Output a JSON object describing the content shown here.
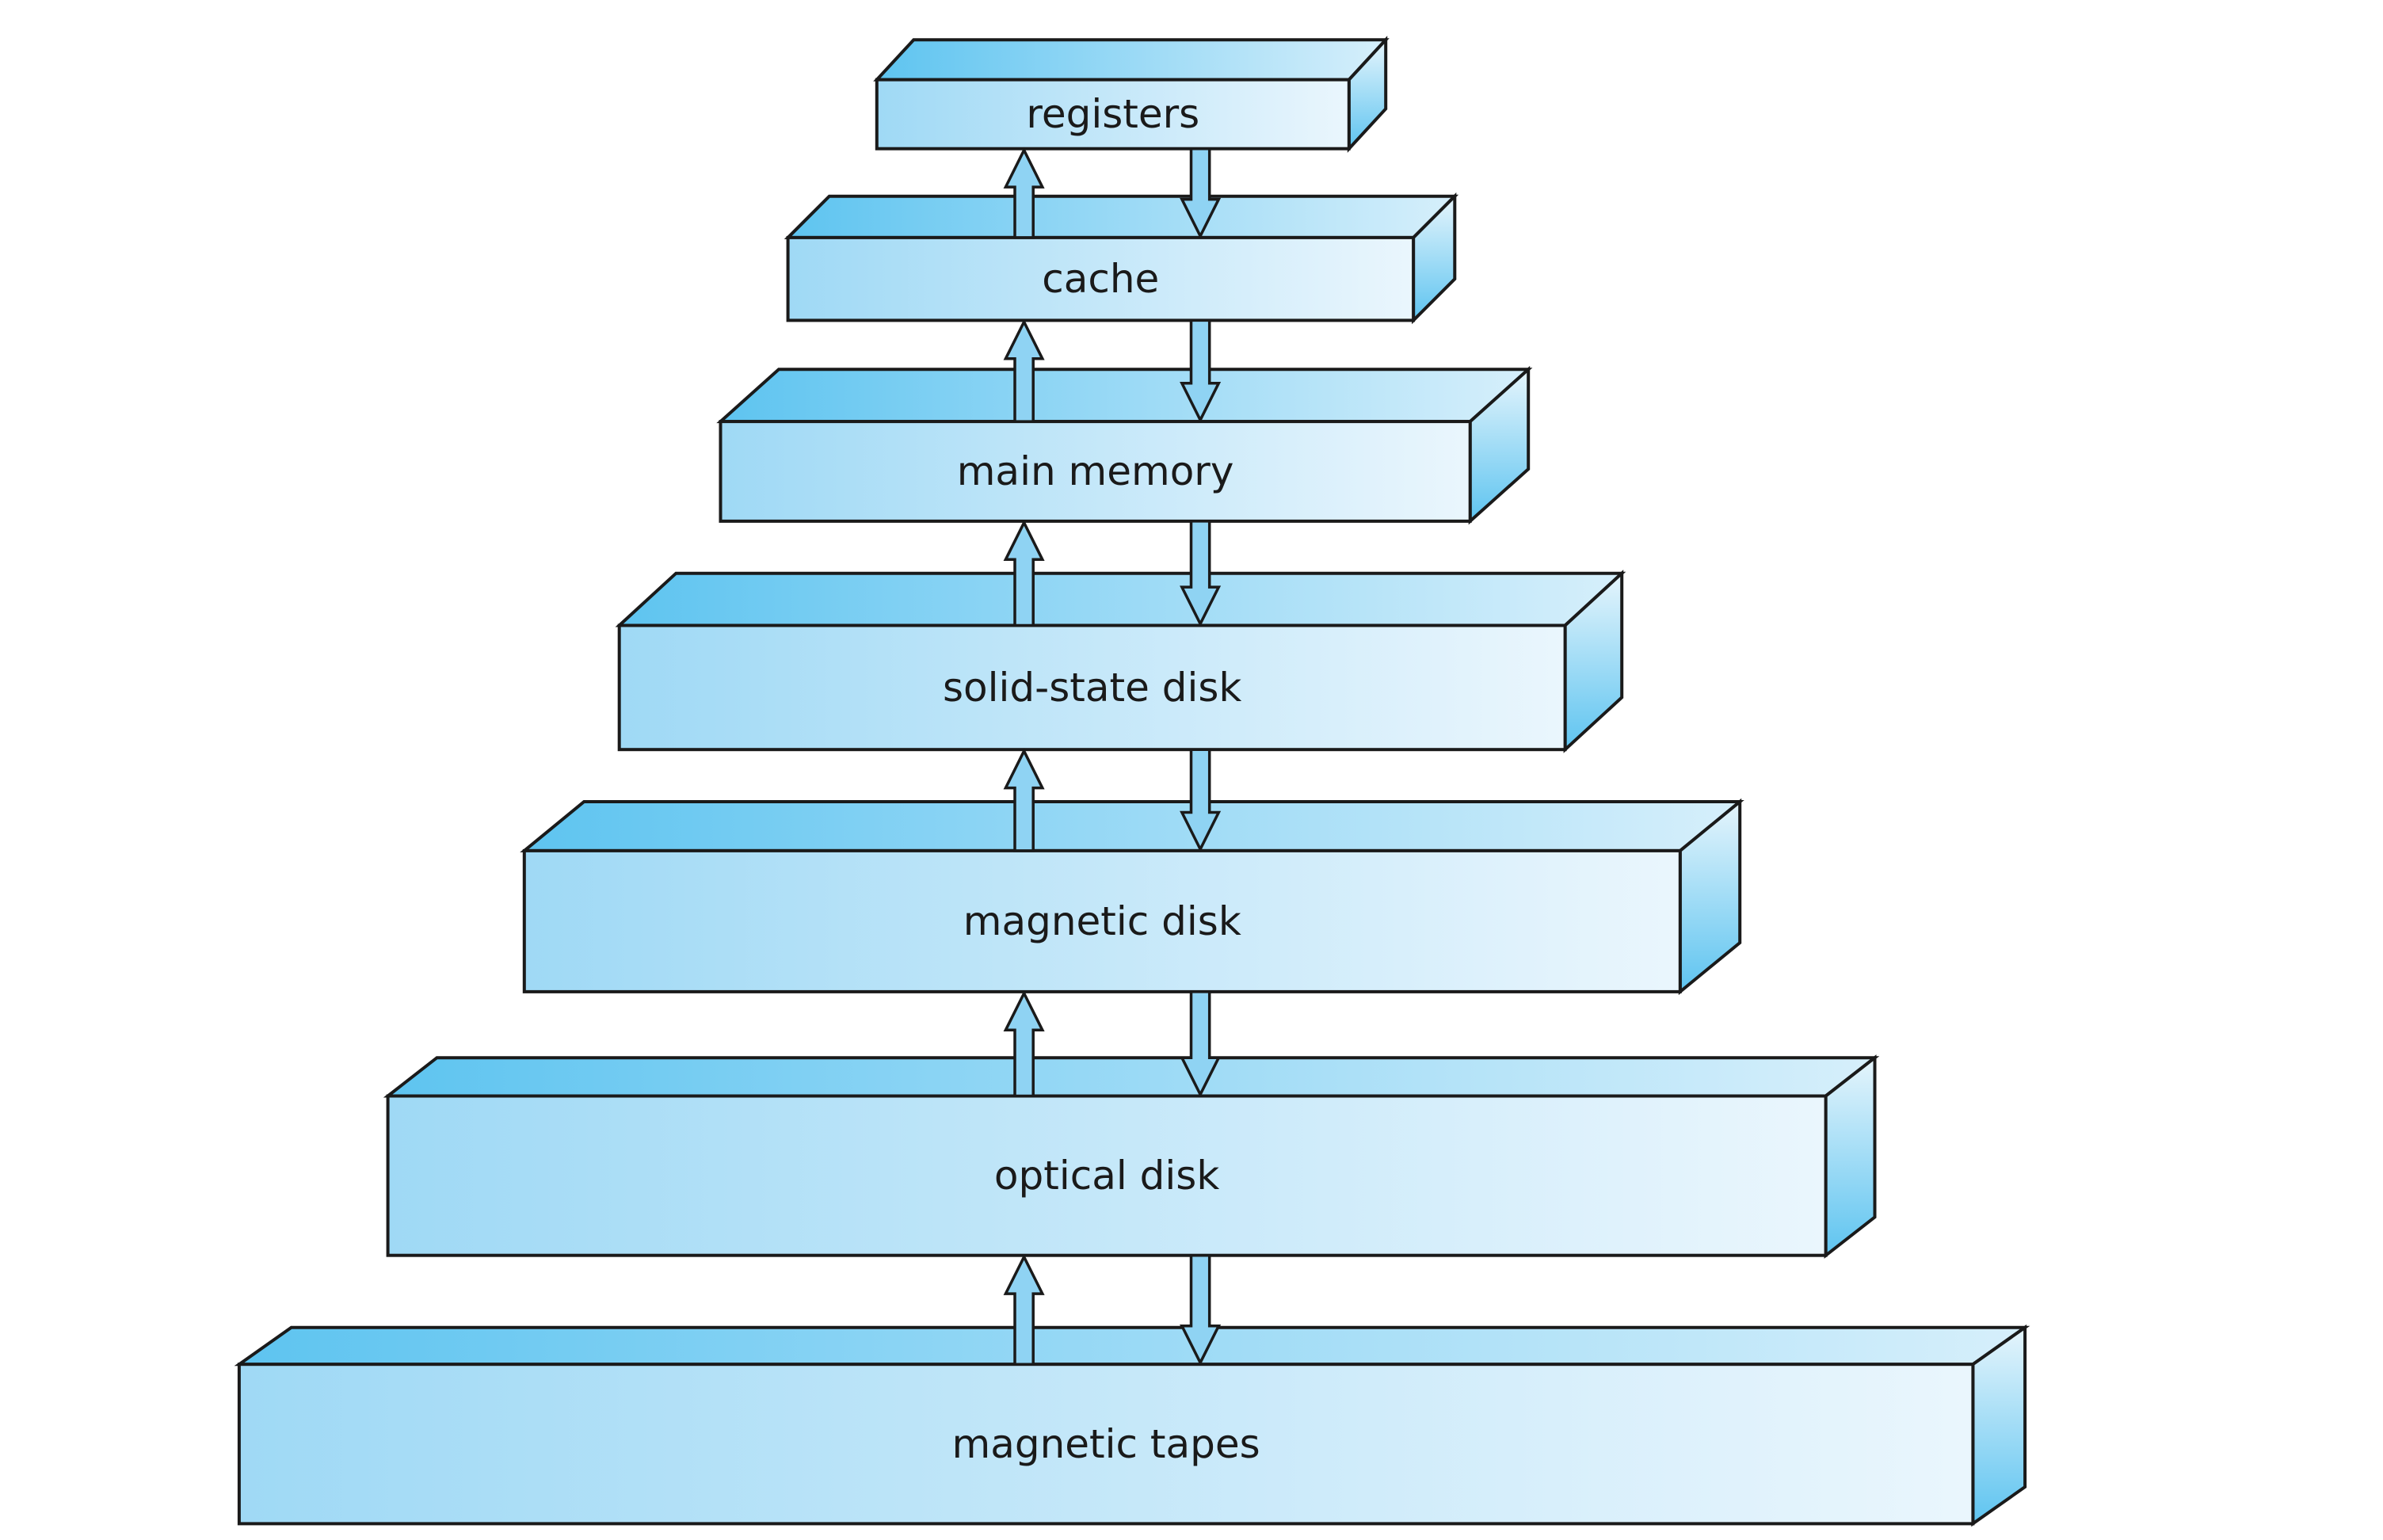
{
  "diagram": {
    "tiers": [
      {
        "label": "registers"
      },
      {
        "label": "cache"
      },
      {
        "label": "main memory"
      },
      {
        "label": "solid-state disk"
      },
      {
        "label": "magnetic disk"
      },
      {
        "label": "optical disk"
      },
      {
        "label": "magnetic tapes"
      }
    ]
  },
  "colors": {
    "box_front_left": "#9fd9f5",
    "box_front_right": "#eaf6fd",
    "box_top_left": "#5ec4f0",
    "box_top_right": "#d6effb",
    "box_side_top": "#e6f5fc",
    "box_side_bottom": "#5ec4f0",
    "arrow_fill": "#8fd3f3",
    "outline": "#1a1a1a"
  }
}
